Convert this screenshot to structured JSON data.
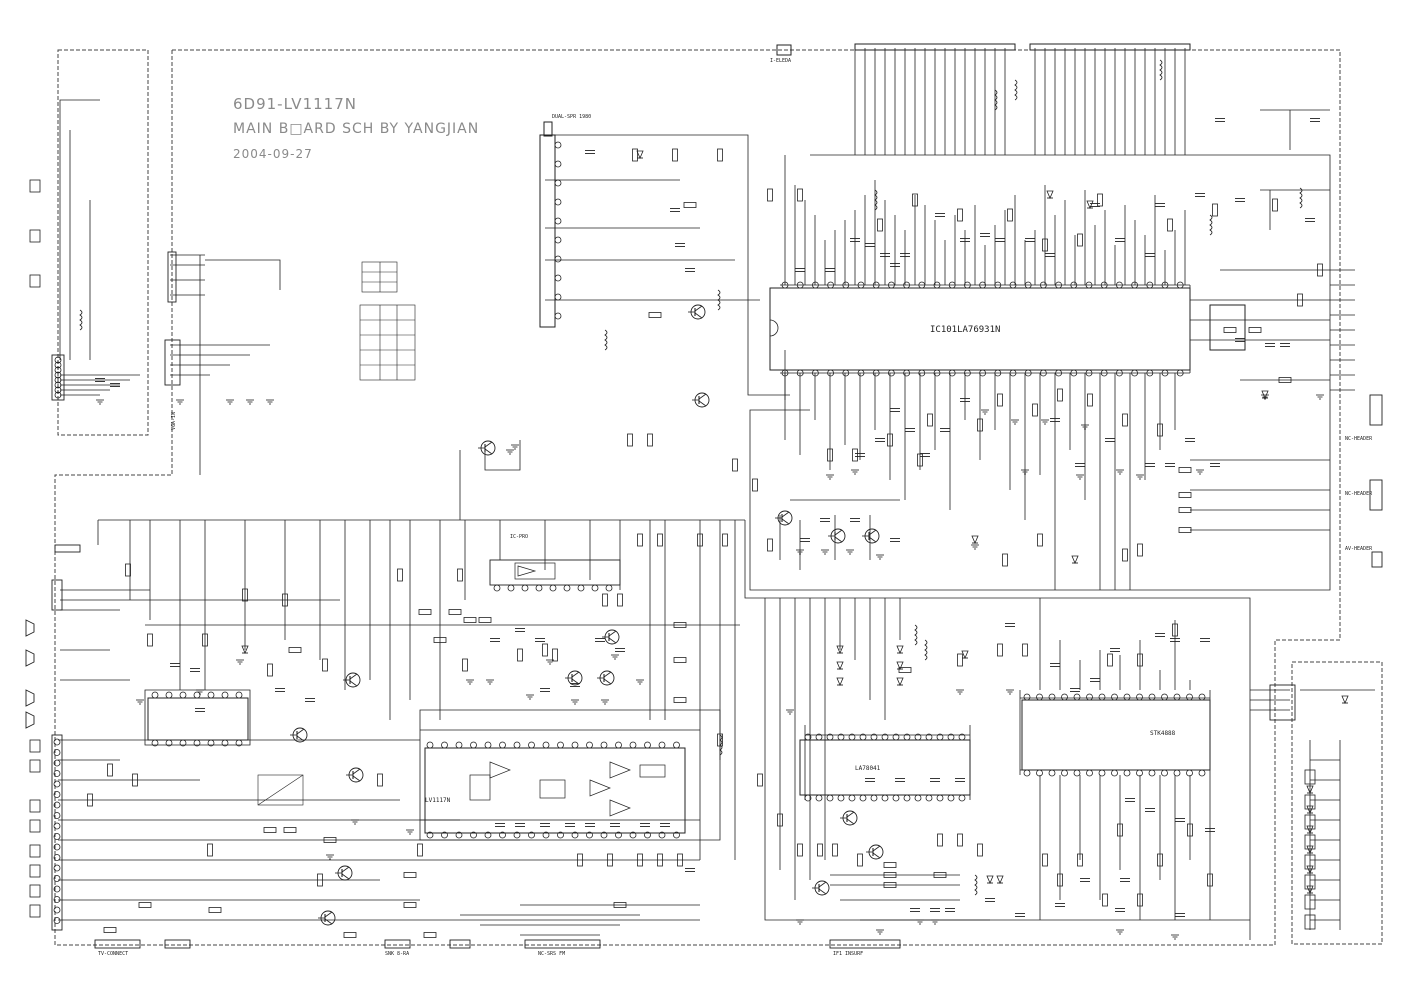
{
  "header": {
    "model": "6D91-LV1117N",
    "subtitle": "MAIN B□ARD SCH BY YANGJIAN",
    "date": "2004-09-27"
  },
  "ics": {
    "main": "IC101LA76931N",
    "audio_amp": "LV1117N",
    "tuner_ic": "STK4888",
    "vertical": "LA78041"
  },
  "colors": {
    "ink": "#222222",
    "border_dash": "#444444",
    "title_grey": "#8a8a8a"
  }
}
